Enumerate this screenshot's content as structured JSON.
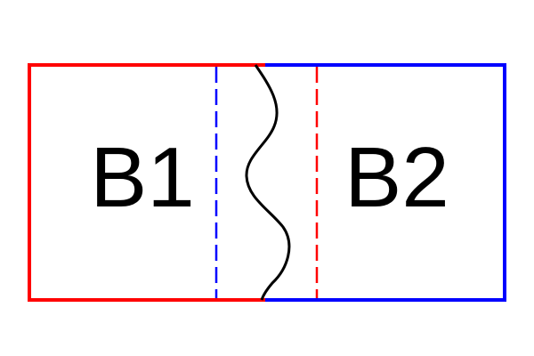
{
  "diagram": {
    "blocks": [
      {
        "id": "b1",
        "label": "B1",
        "border_color": "#ff0000"
      },
      {
        "id": "b2",
        "label": "B2",
        "border_color": "#0000ff"
      }
    ],
    "boundary": {
      "b1_dashed_color": "#0000ff",
      "b2_dashed_color": "#ff0000",
      "interface_color": "#000000"
    }
  }
}
